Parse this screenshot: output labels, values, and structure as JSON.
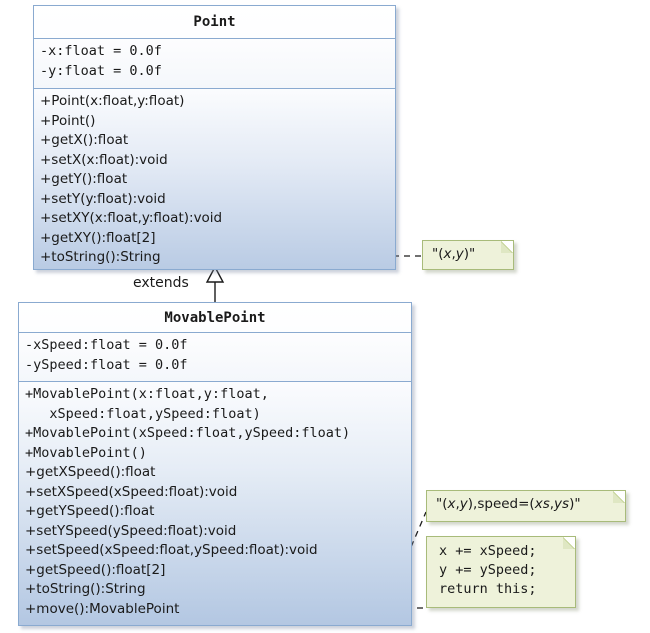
{
  "diagram": {
    "type": "uml-class-diagram",
    "classes": [
      {
        "name": "Point",
        "attributes": [
          "-x:float = 0.0f",
          "-y:float = 0.0f"
        ],
        "operations": [
          "+Point(x:float,y:float)",
          "+Point()",
          "+getX():float",
          "+setX(x:float):void",
          "+getY():float",
          "+setY(y:float):void",
          "+setXY(x:float,y:float):void",
          "+getXY():float[2]",
          "+toString():String"
        ]
      },
      {
        "name": "MovablePoint",
        "attributes": [
          "-xSpeed:float = 0.0f",
          "-ySpeed:float = 0.0f"
        ],
        "operations": [
          "+MovablePoint(x:float,y:float,",
          "   xSpeed:float,ySpeed:float)",
          "+MovablePoint(xSpeed:float,ySpeed:float)",
          "+MovablePoint()",
          "+getXSpeed():float",
          "+setXSpeed(xSpeed:float):void",
          "+getYSpeed():float",
          "+setYSpeed(ySpeed:float):void",
          "+setSpeed(xSpeed:float,ySpeed:float):void",
          "+getSpeed():float[2]",
          "+toString():String",
          "+move():MovablePoint"
        ]
      }
    ],
    "relationship": {
      "label": "extends",
      "kind": "generalization",
      "from": "MovablePoint",
      "to": "Point"
    },
    "notes": [
      {
        "id": "point-tostring",
        "anchor": "Point.toString():String",
        "lines": [
          "\"(x,y)\""
        ]
      },
      {
        "id": "movablepoint-tostring",
        "anchor": "MovablePoint.toString():String",
        "lines": [
          "\"(x,y),speed=(xs,ys)\""
        ]
      },
      {
        "id": "movablepoint-move",
        "anchor": "MovablePoint.move():MovablePoint",
        "lines": [
          "x += xSpeed;",
          "y += ySpeed;",
          "return this;"
        ]
      }
    ],
    "colors": {
      "class_border": "#8aaad0",
      "class_gradient_top": "#ffffff",
      "class_gradient_bottom": "#b3c7e2",
      "note_background": "#eef2da",
      "note_border": "#a8bb7a",
      "connector": "#1a1a1a",
      "page_background": "#ffffff"
    }
  }
}
